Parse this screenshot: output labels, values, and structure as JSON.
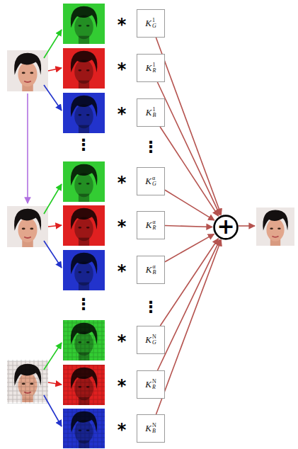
{
  "diagram": {
    "nodes": [
      {
        "text": [
          "K",
          "1",
          "G"
        ]
      },
      {
        "text": [
          "K",
          "1",
          "R"
        ]
      },
      {
        "text": [
          "K",
          "1",
          "B"
        ]
      },
      {
        "text": [
          "K",
          "α",
          "G"
        ]
      },
      {
        "text": [
          "K",
          "α",
          "R"
        ]
      },
      {
        "text": [
          "K",
          "α",
          "B"
        ]
      },
      {
        "text": [
          "K",
          "N",
          "G"
        ]
      },
      {
        "text": [
          "K",
          "N",
          "R"
        ]
      },
      {
        "text": [
          "K",
          "N",
          "B"
        ]
      },
      {
        "text": [
          "+"
        ]
      }
    ],
    "edges": [
      {
        "from": 0,
        "to": 9,
        "arrow": "to"
      },
      {
        "from": 1,
        "to": 9,
        "arrow": "to"
      },
      {
        "from": 2,
        "to": 9,
        "arrow": "to"
      },
      {
        "from": 3,
        "to": 9,
        "arrow": "to"
      },
      {
        "from": 4,
        "to": 9,
        "arrow": "to"
      },
      {
        "from": 5,
        "to": 9,
        "arrow": "to"
      },
      {
        "from": 6,
        "to": 9,
        "arrow": "to"
      },
      {
        "from": 7,
        "to": 9,
        "arrow": "to"
      },
      {
        "from": 8,
        "to": 9,
        "arrow": "to"
      }
    ],
    "labels": [
      "*",
      "*",
      "*",
      "⋮",
      "⋮",
      "*",
      "*",
      "*",
      "⋮",
      "⋮",
      "*",
      "*",
      "*"
    ]
  }
}
